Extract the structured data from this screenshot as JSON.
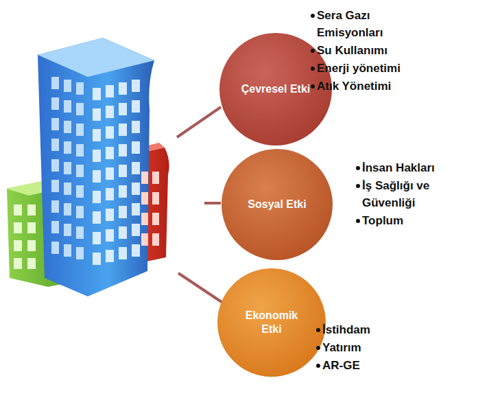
{
  "diagram": {
    "nodes": [
      {
        "text": [
          "Çevresel Etki"
        ]
      },
      {
        "text": [
          "Sosyal Etki"
        ]
      },
      {
        "text": [
          "Ekonomik Etki"
        ]
      }
    ],
    "labels": [
      "Sera Gazı Emisyonları",
      "Su Kullanımı",
      "Enerji yönetimi",
      "Atık Yönetimi",
      "İnsan Hakları",
      "İş Sağlığı ve Güvenliği",
      "Toplum",
      "İstihdam",
      "Yatırım",
      "AR-GE"
    ]
  }
}
